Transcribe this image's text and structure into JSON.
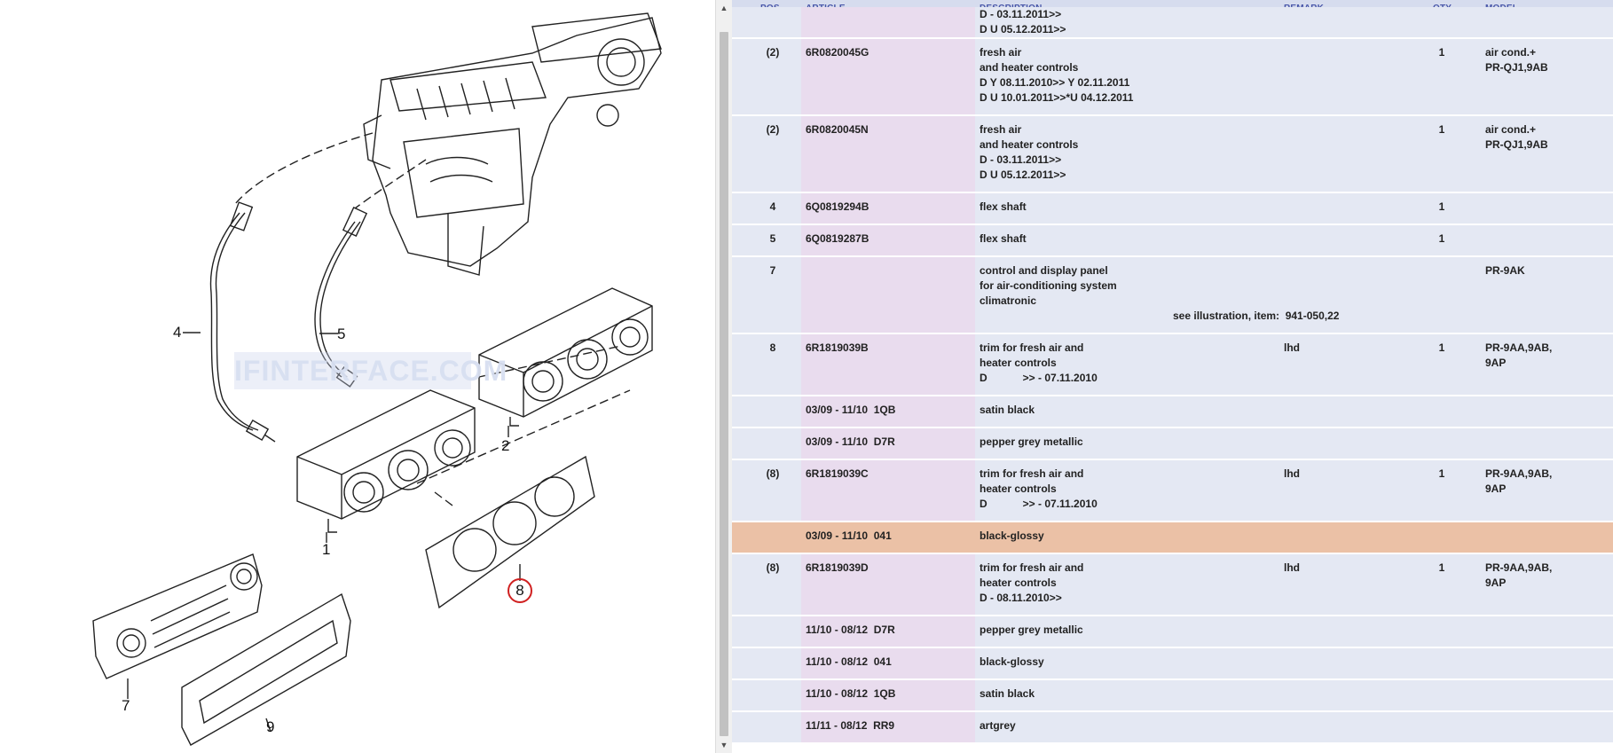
{
  "illustration": {
    "watermark": "IFINTERFACE.COM",
    "callouts": {
      "c1": "1",
      "c2": "2",
      "c4": "4",
      "c5": "5",
      "c7": "7",
      "c8": "8",
      "c9": "9"
    }
  },
  "table": {
    "headers": {
      "pos": "POS",
      "article": "ARTICLE",
      "description": "DESCRIPTION",
      "remark": "REMARK",
      "qty": "QTY",
      "model": "MODEL"
    },
    "rows": [
      {
        "pos": "",
        "article": "",
        "desc": [
          "D - 03.11.2011>>",
          "D U 05.12.2011>>"
        ],
        "remark": "",
        "qty": "",
        "model": [],
        "see": ""
      },
      {
        "pos": "(2)",
        "article": "6R0820045G",
        "desc": [
          "fresh air",
          "and heater controls",
          "D Y 08.11.2010>> Y 02.11.2011",
          "D U 10.01.2011>>*U 04.12.2011"
        ],
        "remark": "",
        "qty": "1",
        "model": [
          "air cond.+",
          "PR-QJ1,9AB"
        ],
        "see": ""
      },
      {
        "pos": "(2)",
        "article": "6R0820045N",
        "desc": [
          "fresh air",
          "and heater controls",
          "D - 03.11.2011>>",
          "D U 05.12.2011>>"
        ],
        "remark": "",
        "qty": "1",
        "model": [
          "air cond.+",
          "PR-QJ1,9AB"
        ],
        "see": ""
      },
      {
        "pos": "4",
        "article": "6Q0819294B",
        "desc": [
          "flex shaft"
        ],
        "remark": "",
        "qty": "1",
        "model": [],
        "see": ""
      },
      {
        "pos": "5",
        "article": "6Q0819287B",
        "desc": [
          "flex shaft"
        ],
        "remark": "",
        "qty": "1",
        "model": [],
        "see": ""
      },
      {
        "pos": "7",
        "article": "",
        "desc": [
          "control and display panel",
          "for air-conditioning system",
          "climatronic"
        ],
        "remark": "",
        "qty": "",
        "model": [
          "PR-9AK"
        ],
        "see": "see illustration, item:  941-050,22"
      },
      {
        "pos": "8",
        "article": "6R1819039B",
        "desc": [
          "trim for fresh air and",
          "heater controls",
          "D            >> - 07.11.2010"
        ],
        "remark": "lhd",
        "qty": "1",
        "model": [
          "PR-9AA,9AB,",
          "9AP"
        ],
        "see": ""
      },
      {
        "pos": "",
        "article": "03/09 - 11/10  1QB",
        "desc": [
          "satin black"
        ],
        "remark": "",
        "qty": "",
        "model": [],
        "see": ""
      },
      {
        "pos": "",
        "article": "03/09 - 11/10  D7R",
        "desc": [
          "pepper grey metallic"
        ],
        "remark": "",
        "qty": "",
        "model": [],
        "see": ""
      },
      {
        "pos": "(8)",
        "article": "6R1819039C",
        "desc": [
          "trim for fresh air and",
          "heater controls",
          "D            >> - 07.11.2010"
        ],
        "remark": "lhd",
        "qty": "1",
        "model": [
          "PR-9AA,9AB,",
          "9AP"
        ],
        "see": ""
      },
      {
        "pos": "",
        "article": "03/09 - 11/10  041",
        "desc": [
          "black-glossy"
        ],
        "remark": "",
        "qty": "",
        "model": [],
        "see": "",
        "selected": true
      },
      {
        "pos": "(8)",
        "article": "6R1819039D",
        "desc": [
          "trim for fresh air and",
          "heater controls",
          "D - 08.11.2010>>"
        ],
        "remark": "lhd",
        "qty": "1",
        "model": [
          "PR-9AA,9AB,",
          "9AP"
        ],
        "see": ""
      },
      {
        "pos": "",
        "article": "11/10 - 08/12  D7R",
        "desc": [
          "pepper grey metallic"
        ],
        "remark": "",
        "qty": "",
        "model": [],
        "see": ""
      },
      {
        "pos": "",
        "article": "11/10 - 08/12  041",
        "desc": [
          "black-glossy"
        ],
        "remark": "",
        "qty": "",
        "model": [],
        "see": ""
      },
      {
        "pos": "",
        "article": "11/10 - 08/12  1QB",
        "desc": [
          "satin black"
        ],
        "remark": "",
        "qty": "",
        "model": [],
        "see": ""
      },
      {
        "pos": "",
        "article": "11/11 - 08/12  RR9",
        "desc": [
          "artgrey"
        ],
        "remark": "",
        "qty": "",
        "model": [],
        "see": ""
      }
    ]
  },
  "colors": {
    "header_bg": "#d6dcee",
    "header_text": "#4856a8",
    "row_bg": "#e4e8f3",
    "article_col_bg": "#e9dcee",
    "selected_row_bg": "#ebc1a6",
    "callout_circle": "#d02020"
  },
  "icons": {
    "scroll_up": "triangle-up-icon",
    "scroll_down": "triangle-down-icon"
  }
}
